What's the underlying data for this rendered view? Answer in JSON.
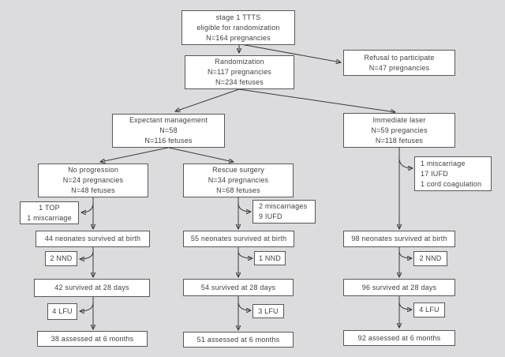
{
  "colors": {
    "background": "#dcdcde",
    "box_fill": "#ffffff",
    "box_border": "#58585a",
    "line": "#3a3a3a",
    "text": "#414141"
  },
  "nodes": {
    "stage1": "stage 1 TTTS\neligible for randomization\nN=164 pregnancies",
    "randomization": "Randomization\nN=117 pregnancies\nN=234 fetuses",
    "refusal": "Refusal to participate\nN=47 pregnancies",
    "expectant": "Expectant management\nN=58\nN=116 fetuses",
    "immediate_laser": "Immediate laser\nN=59 pregancies\nN=118 fetuses",
    "no_progression": "No progression\nN=24 pregnancies\nN=48 fetuses",
    "rescue_surgery": "Rescue surgery\nN=34 pregnancies\nN=68 fetuses",
    "laser_losses": "1 miscarriage\n17 IUFD\n1 cord coagulation",
    "noprog_losses": "1 TOP\n1 miscarriage",
    "rescue_losses": "2 miscarriages\n9 IUFD",
    "noprog_birth": "44 neonates survived at birth",
    "noprog_nnd": "2 NND",
    "noprog_28days": "42 survived at 28 days",
    "noprog_lfu": "4 LFU",
    "noprog_6months": "38 assessed at 6 months",
    "rescue_birth": "55 neonates survived at birth",
    "rescue_nnd": "1 NND",
    "rescue_28days": "54 survived at 28 days",
    "rescue_lfu": "3 LFU",
    "rescue_6months": "51 assessed at 6 months",
    "laser_birth": "98 neonates survived at birth",
    "laser_nnd": "2 NND",
    "laser_28days": "96 survived at 28 days",
    "laser_lfu": "4 LFU",
    "laser_6months": "92 assessed at 6 months"
  }
}
